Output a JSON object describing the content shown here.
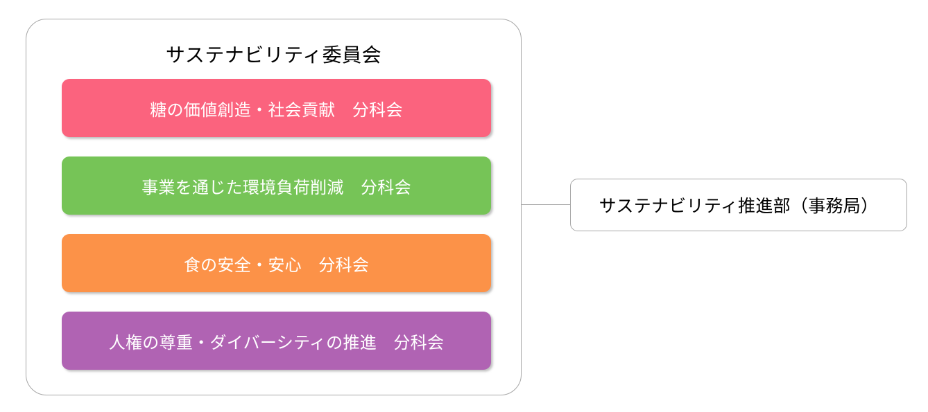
{
  "diagram": {
    "type": "organization-chart",
    "committee": {
      "title": "サステナビリティ委員会",
      "subcommittees": [
        {
          "label": "糖の価値創造・社会貢献　分科会",
          "color": "#FB637E",
          "text_color": "#FFFFFF"
        },
        {
          "label": "事業を通じた環境負荷削減　分科会",
          "color": "#76C457",
          "text_color": "#FFFFFF"
        },
        {
          "label": "食の安全・安心　分科会",
          "color": "#FC9248",
          "text_color": "#FFFFFF"
        },
        {
          "label": "人権の尊重・ダイバーシティの推進　分科会",
          "color": "#B063B3",
          "text_color": "#FFFFFF"
        }
      ]
    },
    "secretariat": {
      "label": "サステナビリティ推進部（事務局）"
    },
    "colors": {
      "border": "#A6A6A6",
      "background": "#FFFFFF",
      "text": "#000000",
      "connector": "#A6A6A6"
    }
  }
}
